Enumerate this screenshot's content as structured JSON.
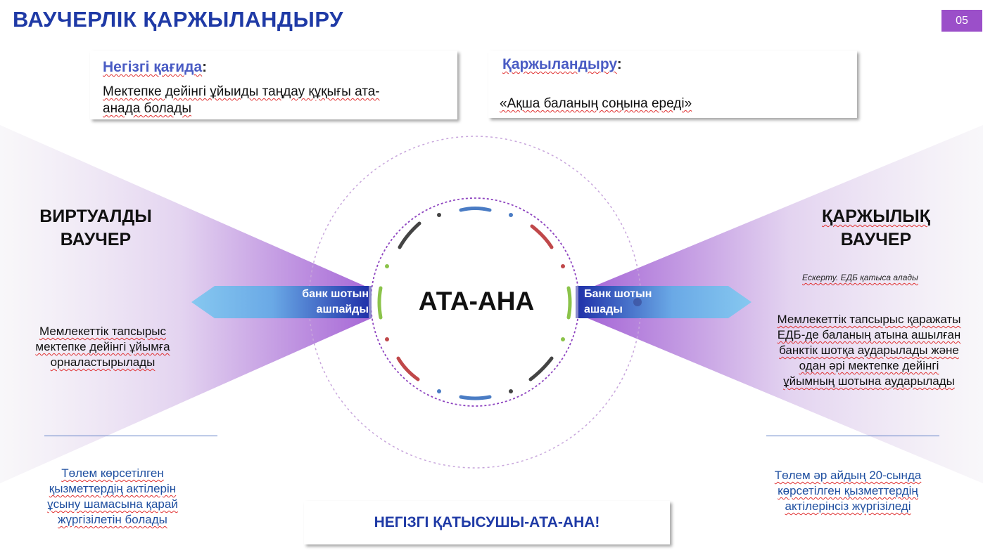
{
  "header": {
    "title": "ВАУЧЕРЛІК ҚАРЖЫЛАНДЫРУ",
    "page_number": "05"
  },
  "principle": {
    "heading": "Негізгі қағида",
    "colon": ":",
    "text_line1": "Мектепке дейінгі ұйыиды таңдау құқығы ата-",
    "text_line2": "анада болады"
  },
  "funding": {
    "heading": "Қаржыландыру",
    "colon": ":",
    "text": "«Ақша баланың соңына ереді»"
  },
  "left_panel": {
    "title_line1": "ВИРТУАЛДЫ",
    "title_line2": "ВАУЧЕР",
    "description_line1": "Мемлекеттік тапсырыс",
    "description_line2": "мектепке дейінгі ұйымға",
    "description_line3": "орналастырылады",
    "arrow_line1": "банк шотын",
    "arrow_line2": "ашпайды",
    "payment_line1": "Төлем көрсетілген",
    "payment_line2": "қызметтердің актілерін",
    "payment_line3": "ұсыну шамасына қарай",
    "payment_line4": "жүргізілетін болады"
  },
  "right_panel": {
    "title_line1": "ҚАРЖЫЛЫҚ",
    "title_line2": "ВАУЧЕР",
    "note": "Ескерту. ЕДБ қатыса алады",
    "description_line1": "Мемлекеттік тапсырыс қаражаты",
    "description_line2": "ЕДБ-де баланың атына ашылған",
    "description_line3": "банктік шотқа аударылады және",
    "description_line4": "одан әрі мектепке дейінгі",
    "description_line5": "ұйымның шотына аударылады",
    "arrow_line1": "Банк шотын",
    "arrow_line2": "ашады",
    "payment_line1": "Төлем әр айдың 20-сында",
    "payment_line2": "көрсетілген қызметтердің",
    "payment_line3": "актілерінсіз жүргізіледі"
  },
  "center": {
    "label": "АТА-АНА"
  },
  "footer": {
    "text": "НЕГІЗГІ ҚАТЫСУШЫ-АТА-АНА!"
  },
  "colors": {
    "title_blue": "#1f3aa6",
    "accent_purple": "#9b4fc9",
    "arrow_blue": "#7fbfee",
    "arrow_dark": "#1f2fa8"
  }
}
